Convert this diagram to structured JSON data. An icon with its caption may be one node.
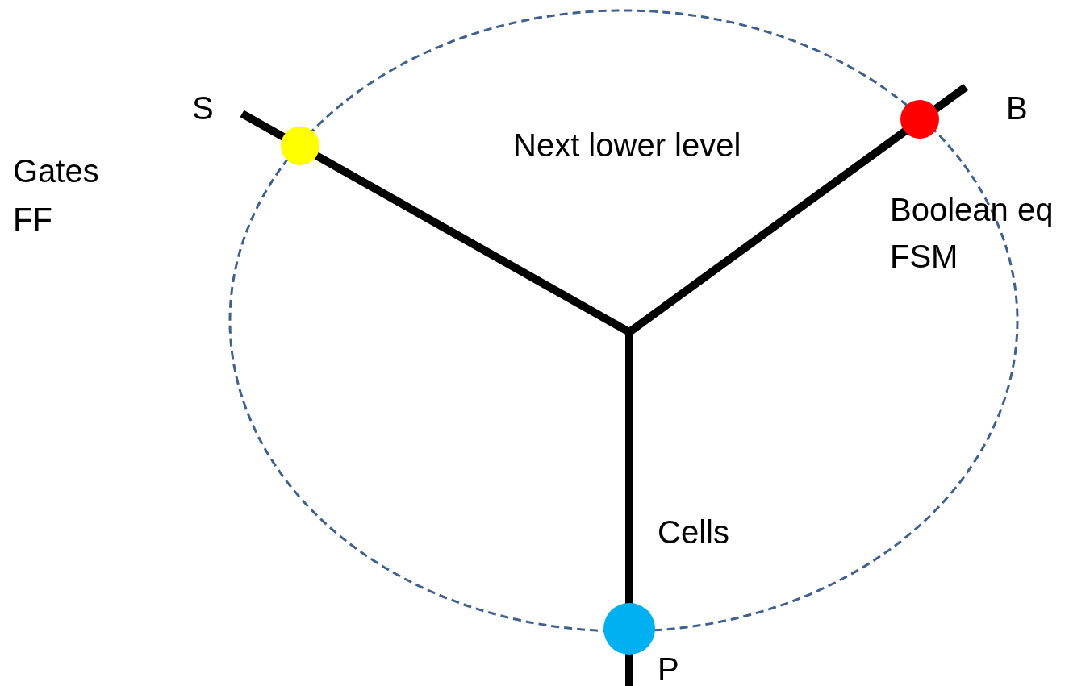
{
  "diagram": {
    "nodes": [
      {
        "text": [],
        "shape": "circle"
      },
      {
        "text": [],
        "shape": "circle"
      },
      {
        "text": [],
        "shape": "circle"
      }
    ],
    "labels": [
      "S",
      "B",
      "Gates",
      "Next lower level",
      "FF",
      "Boolean eq",
      "FSM",
      "Cells",
      "P"
    ]
  }
}
